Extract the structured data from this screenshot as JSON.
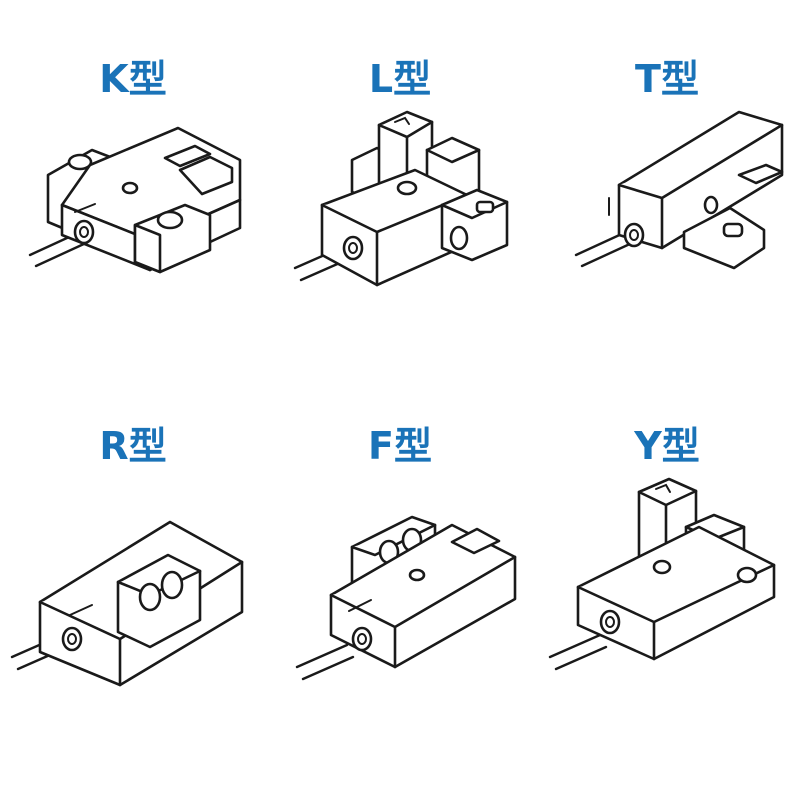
{
  "sensors": [
    {
      "label": "K型"
    },
    {
      "label": "L型"
    },
    {
      "label": "T型"
    },
    {
      "label": "R型"
    },
    {
      "label": "F型"
    },
    {
      "label": "Y型"
    }
  ],
  "colors": {
    "label": "#1a73b8",
    "outline": "#1a1a1a"
  }
}
